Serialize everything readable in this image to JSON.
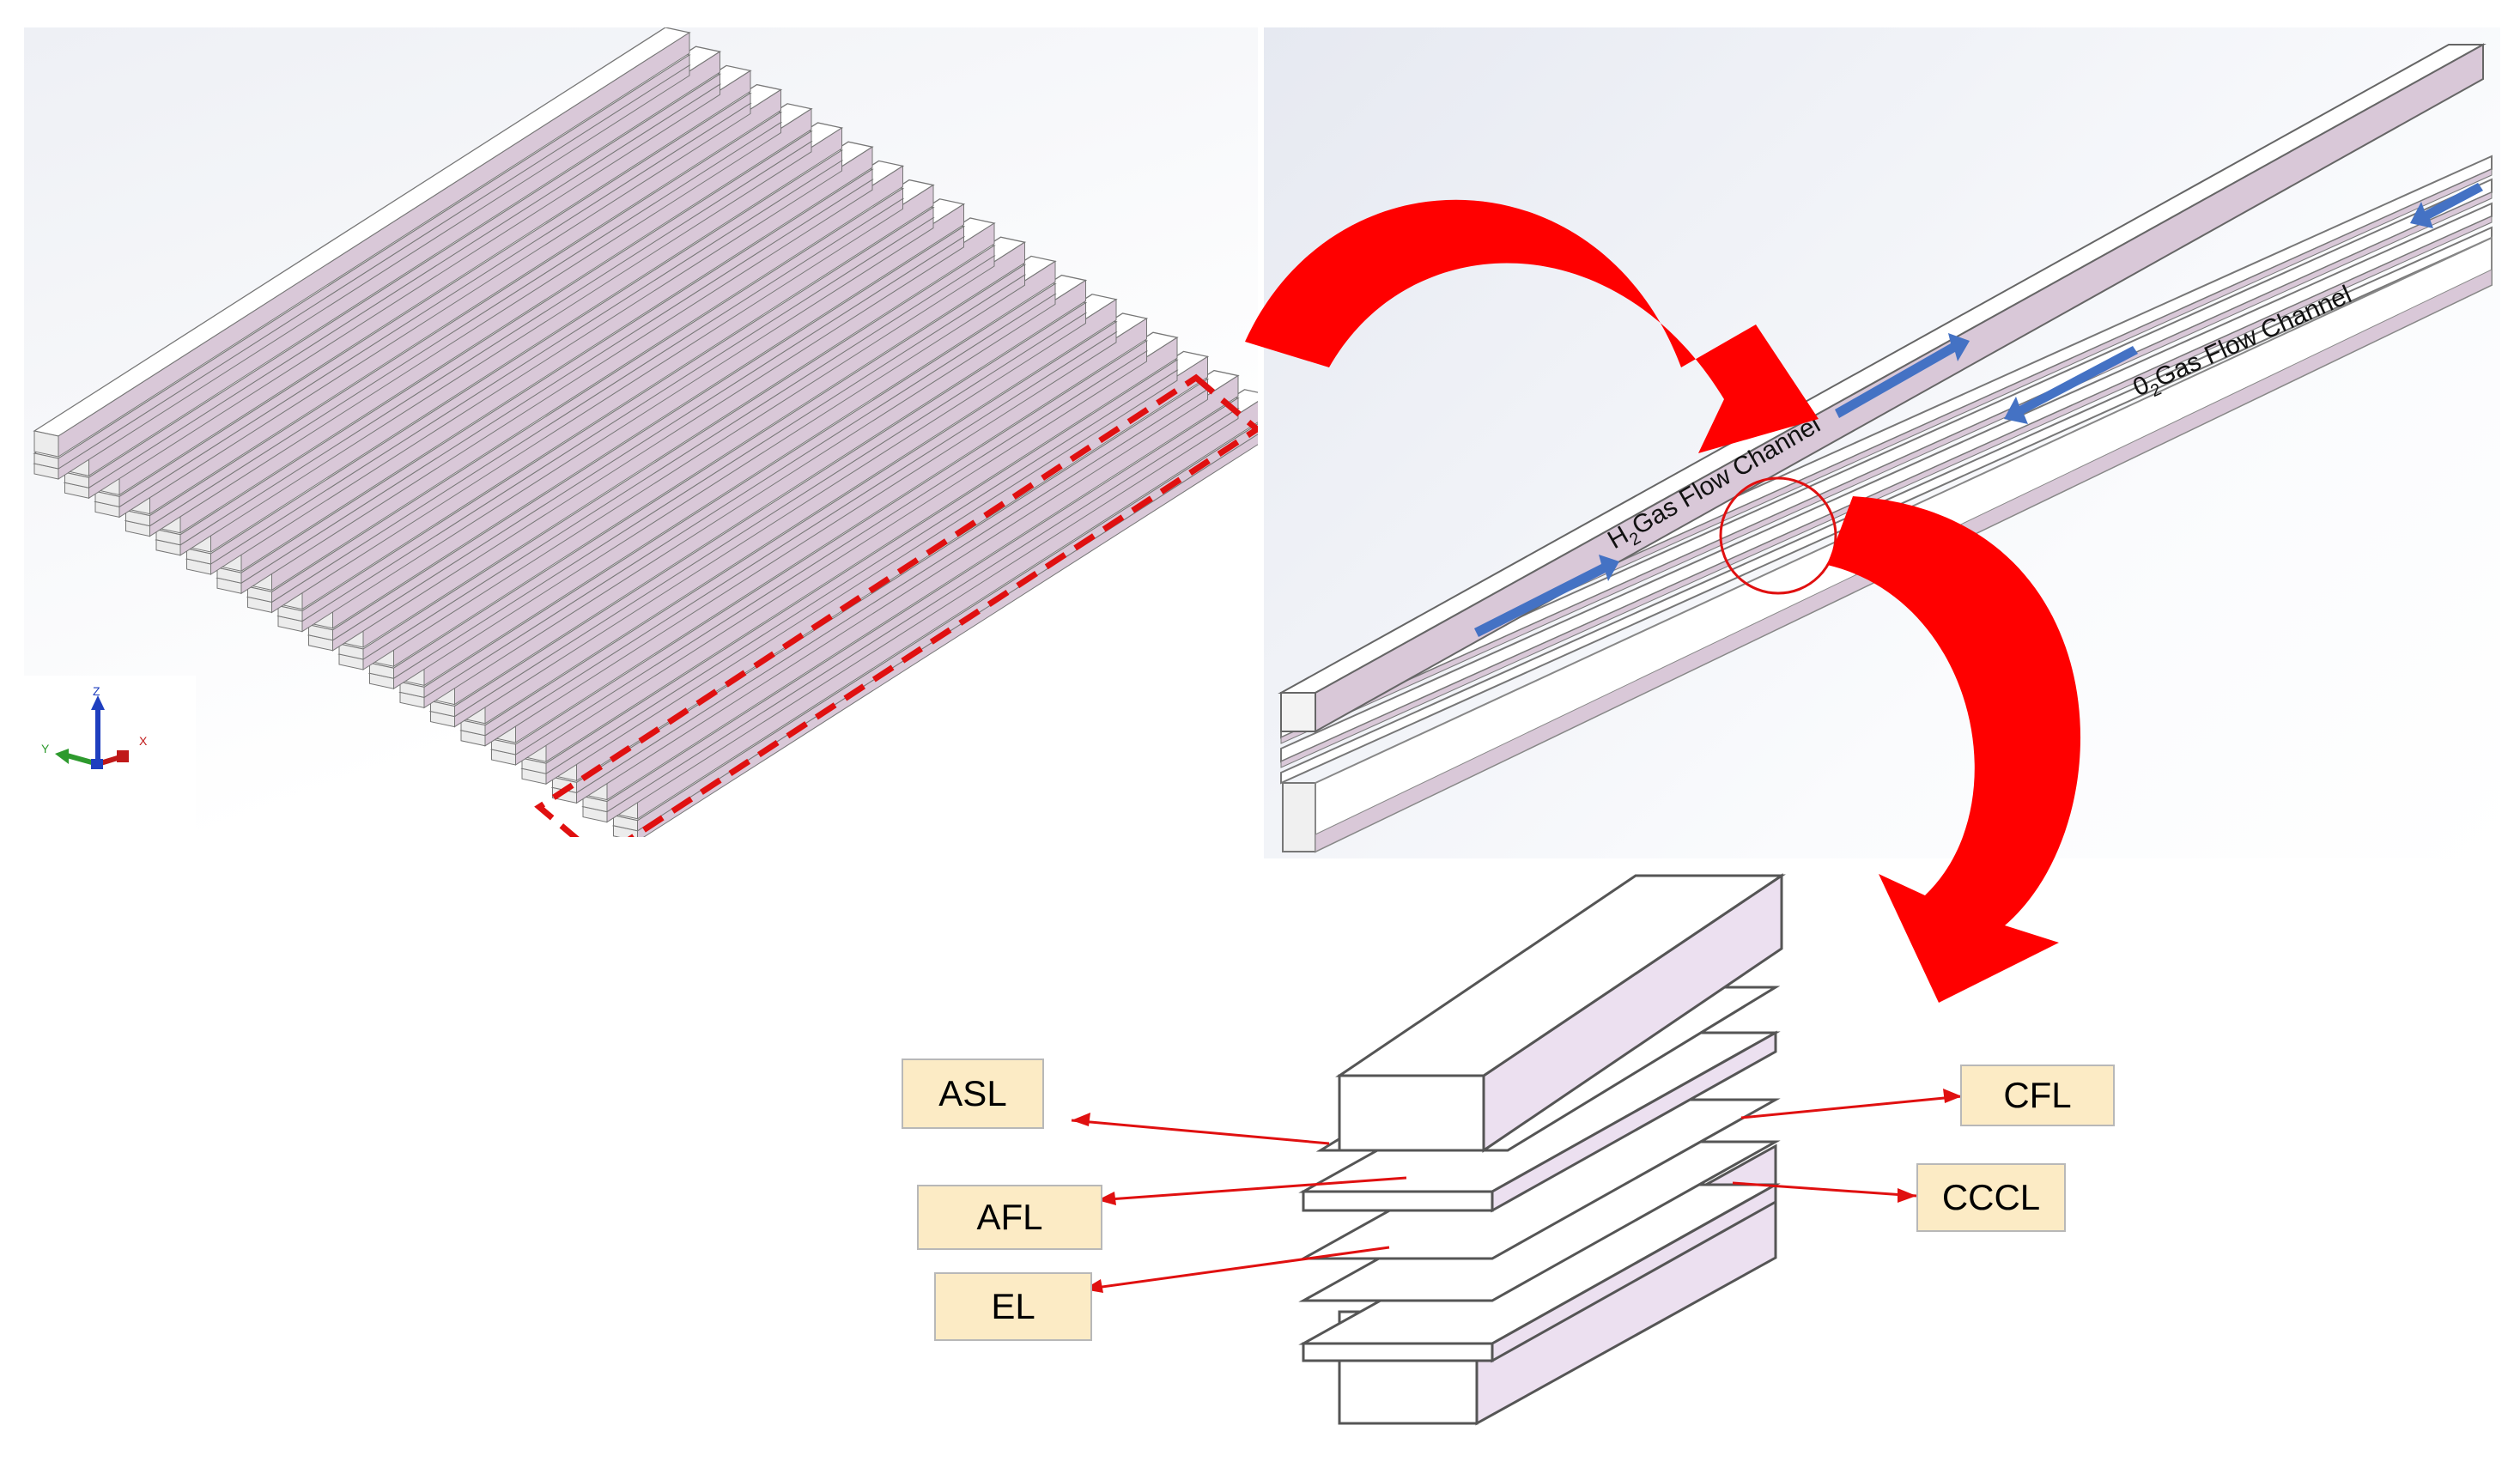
{
  "flow_labels": {
    "h2_prefix": "H",
    "h2_sub": "2",
    "h2_rest": "Gas Flow Channel",
    "o2_prefix": "0",
    "o2_sub": "2",
    "o2_rest": "Gas Flow Channel"
  },
  "axis_triad": {
    "z": "Z",
    "y": "Y",
    "x": "X"
  },
  "layer_labels": {
    "asl": "ASL",
    "afl": "AFL",
    "el": "EL",
    "cfl": "CFL",
    "cccl": "CCCL"
  },
  "colors": {
    "red_arrow": "#ff0000",
    "blue_arrow": "#4472c4",
    "label_fill": "#fcebc5",
    "layer_side": "#d9c8d8"
  }
}
